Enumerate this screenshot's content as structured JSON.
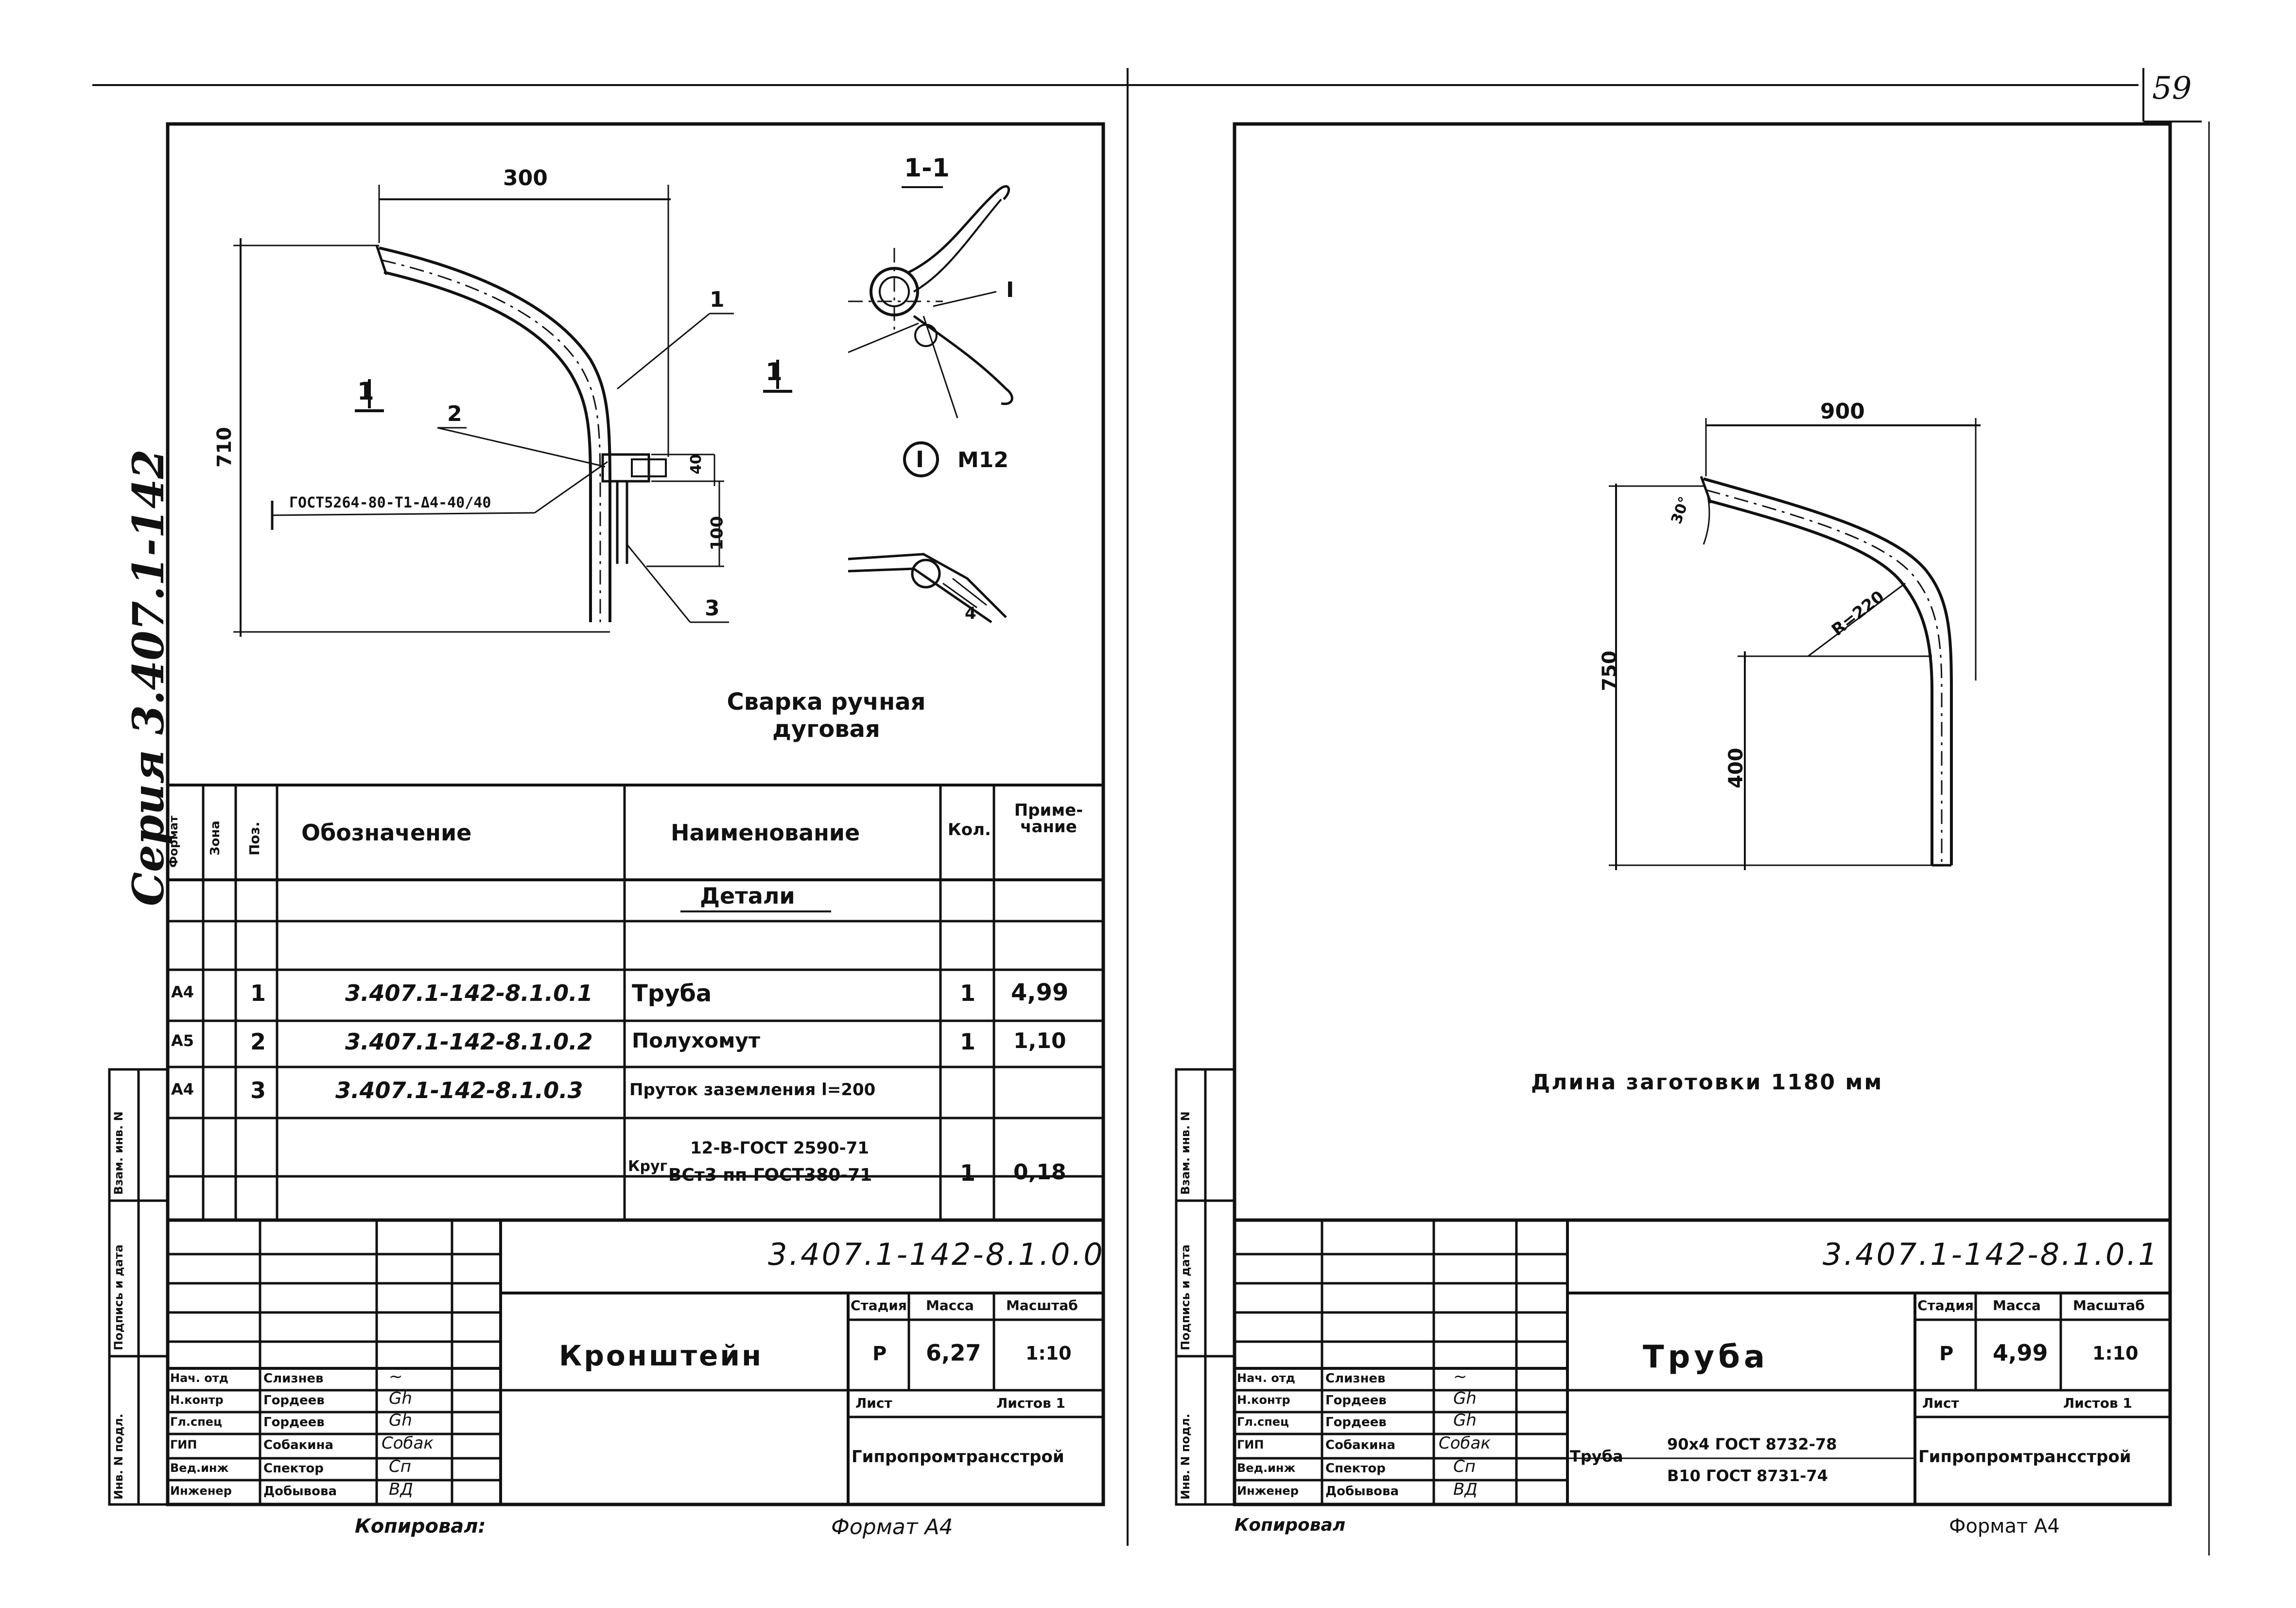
{
  "page_number": "59",
  "series_vertical": "Серия 3.407.1-142",
  "left_sheet": {
    "dims": {
      "width_top": "300",
      "height_left": "710",
      "dim_40": "40",
      "dim_100": "100"
    },
    "section_label": "1-1",
    "cut_mark_1": "1",
    "cut_mark_2": "1",
    "callout_1": "1",
    "callout_2": "2",
    "callout_3": "3",
    "weld_symbol": "ГОСТ5264-80-Т1-Δ4-40/40",
    "detail_mark": "I",
    "detail_bolt": "М12",
    "detail_weld_leg": "4",
    "weld_note_line1": "Сварка ручная",
    "weld_note_line2": "дуговая",
    "table": {
      "header": {
        "format": "Формат",
        "zone": "Зона",
        "pos": "Поз.",
        "designation": "Обозначение",
        "name": "Наименование",
        "qty": "Кол.",
        "note": "Приме-чание"
      },
      "section": "Детали",
      "rows": [
        {
          "format": "А4",
          "pos": "1",
          "designation": "3.407.1-142-8.1.0.1",
          "name": "Труба",
          "qty": "1",
          "note": "4,99"
        },
        {
          "format": "А5",
          "pos": "2",
          "designation": "3.407.1-142-8.1.0.2",
          "name": "Полухомут",
          "qty": "1",
          "note": "1,10"
        },
        {
          "format": "А4",
          "pos": "3",
          "designation": "3.407.1-142-8.1.0.3",
          "name": "Пруток заземления l=200",
          "qty": "",
          "note": ""
        }
      ],
      "extra_row": {
        "name_prefix": "Круг",
        "line1": "12-В-ГОСТ 2590-71",
        "line2": "ВСт3 пп ГОСТ380-71",
        "qty": "1",
        "note": "0,18"
      }
    },
    "stamp": {
      "code": "3.407.1-142-8.1.0.0",
      "title": "Кронштейн",
      "stage_label": "Стадия",
      "mass_label": "Масса",
      "scale_label": "Масштаб",
      "stage": "Р",
      "mass": "6,27",
      "scale": "1:10",
      "sheet_label": "Лист",
      "sheets_label": "Листов 1",
      "org": "Гипропромтрансстрой",
      "people": [
        {
          "role": "Нач. отд",
          "name": "Слизнев",
          "sign": "~"
        },
        {
          "role": "Н.контр",
          "name": "Гордеев",
          "sign": "Gh"
        },
        {
          "role": "Гл.спец",
          "name": "Гордеев",
          "sign": "Gh"
        },
        {
          "role": "ГИП",
          "name": "Собакина",
          "sign": "Собак"
        },
        {
          "role": "Вед.инж",
          "name": "Спектор",
          "sign": "Сп"
        },
        {
          "role": "Инженер",
          "name": "Добывова",
          "sign": "ВД"
        }
      ]
    },
    "side_labels": [
      "Взам. инв. N",
      "Подпись и дата",
      "Инв. N подл."
    ],
    "footer_copied": "Копировал:",
    "footer_format": "Формат А4"
  },
  "right_sheet": {
    "dims": {
      "width_top": "900",
      "height_left": "750",
      "dim_400": "400",
      "radius": "R=220",
      "angle": "30°"
    },
    "blank_length": "Длина заготовки 1180 мм",
    "stamp": {
      "code": "3.407.1-142-8.1.0.1",
      "title": "Труба",
      "stage_label": "Стадия",
      "mass_label": "Масса",
      "scale_label": "Масштаб",
      "stage": "Р",
      "mass": "4,99",
      "scale": "1:10",
      "sheet_label": "Лист",
      "sheets_label": "Листов 1",
      "org": "Гипропромтрансстрой",
      "material_prefix": "Труба",
      "material_line1": "90x4 ГОСТ 8732-78",
      "material_line2": "В10 ГОСТ 8731-74",
      "people": [
        {
          "role": "Нач. отд",
          "name": "Слизнев",
          "sign": "~"
        },
        {
          "role": "Н.контр",
          "name": "Гордеев",
          "sign": "Gh"
        },
        {
          "role": "Гл.спец",
          "name": "Гордеев",
          "sign": "Gh"
        },
        {
          "role": "ГИП",
          "name": "Собакина",
          "sign": "Собак"
        },
        {
          "role": "Вед.инж",
          "name": "Спектор",
          "sign": "Сп"
        },
        {
          "role": "Инженер",
          "name": "Добывова",
          "sign": "ВД"
        }
      ]
    },
    "side_labels": [
      "Взам. инв. N",
      "Подпись и дата",
      "Инв. N подл."
    ],
    "footer_copied": "Копировал",
    "footer_format": "Формат А4"
  }
}
